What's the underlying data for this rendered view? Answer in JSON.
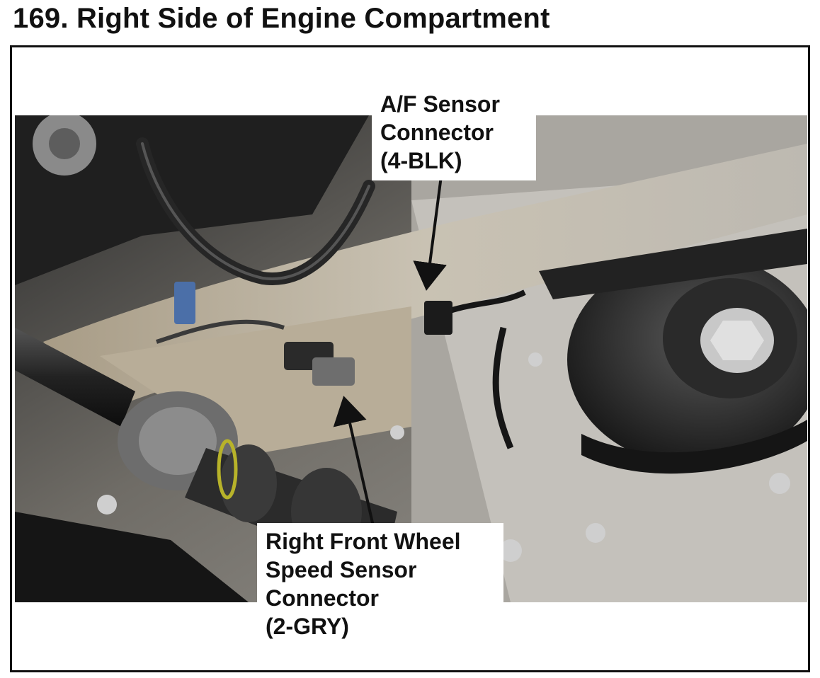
{
  "title": "169. Right Side of Engine Compartment",
  "callouts": {
    "af_sensor": {
      "lines": [
        "A/F Sensor",
        "Connector",
        "(4-BLK)"
      ]
    },
    "wheel_speed_sensor": {
      "lines": [
        "Right Front Wheel",
        "Speed Sensor",
        "Connector",
        "(2-GRY)"
      ]
    }
  },
  "photo": {
    "description_icon": "engine-compartment-photo",
    "colors": {
      "frame": "#111111",
      "metal_light": "#b9b7b2",
      "metal_dark": "#3a3a3a",
      "rubber_black": "#1c1c1c"
    }
  }
}
